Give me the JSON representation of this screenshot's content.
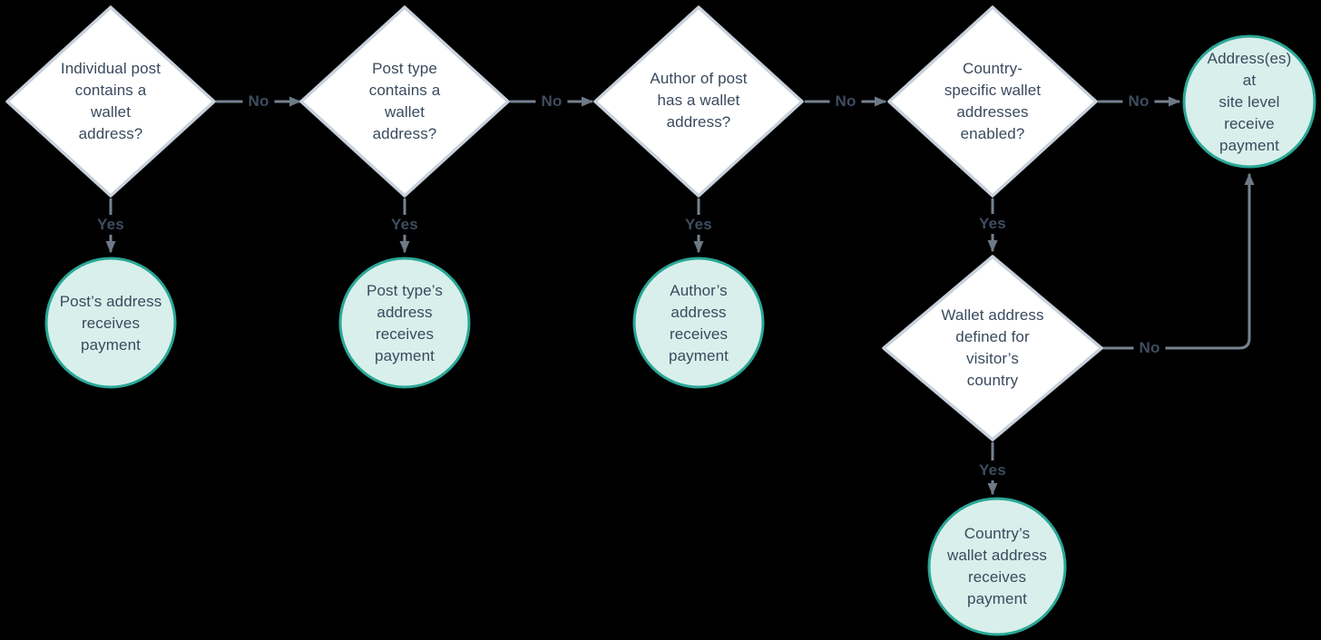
{
  "colors": {
    "background": "#000000",
    "decision_fill": "#ffffff",
    "decision_border": "#c8d1dc",
    "outcome_fill": "#d9efeb",
    "outcome_border": "#2aa796",
    "edge_line": "#76828f",
    "edge_label_text": "#3e4d60",
    "node_text": "#394a5e"
  },
  "nodes": {
    "individual_post": {
      "type": "decision",
      "text": "Individual post\ncontains a\nwallet\naddress?"
    },
    "post_type": {
      "type": "decision",
      "text": "Post type\ncontains a\nwallet\naddress?"
    },
    "author": {
      "type": "decision",
      "text": "Author of post\nhas a wallet\naddress?"
    },
    "country_enabled": {
      "type": "decision",
      "text": "Country-\nspecific wallet\naddresses\nenabled?"
    },
    "visitor_country": {
      "type": "decision",
      "text": "Wallet address\ndefined for\nvisitor’s\ncountry"
    },
    "post_address": {
      "type": "outcome",
      "text": "Post’s address\nreceives\npayment"
    },
    "post_type_address": {
      "type": "outcome",
      "text": "Post type’s\naddress\nreceives\npayment"
    },
    "author_address": {
      "type": "outcome",
      "text": "Author’s\naddress\nreceives\npayment"
    },
    "site_address": {
      "type": "outcome",
      "text": "Address(es) at\nsite level\nreceive\npayment"
    },
    "country_address": {
      "type": "outcome",
      "text": "Country’s\nwallet address\nreceives\npayment"
    }
  },
  "edges": {
    "individual_no": {
      "label": "No"
    },
    "post_type_no": {
      "label": "No"
    },
    "author_no": {
      "label": "No"
    },
    "country_enabled_no": {
      "label": "No"
    },
    "visitor_country_no": {
      "label": "No"
    },
    "individual_yes": {
      "label": "Yes"
    },
    "post_type_yes": {
      "label": "Yes"
    },
    "author_yes": {
      "label": "Yes"
    },
    "country_enabled_yes": {
      "label": "Yes"
    },
    "visitor_country_yes": {
      "label": "Yes"
    }
  }
}
